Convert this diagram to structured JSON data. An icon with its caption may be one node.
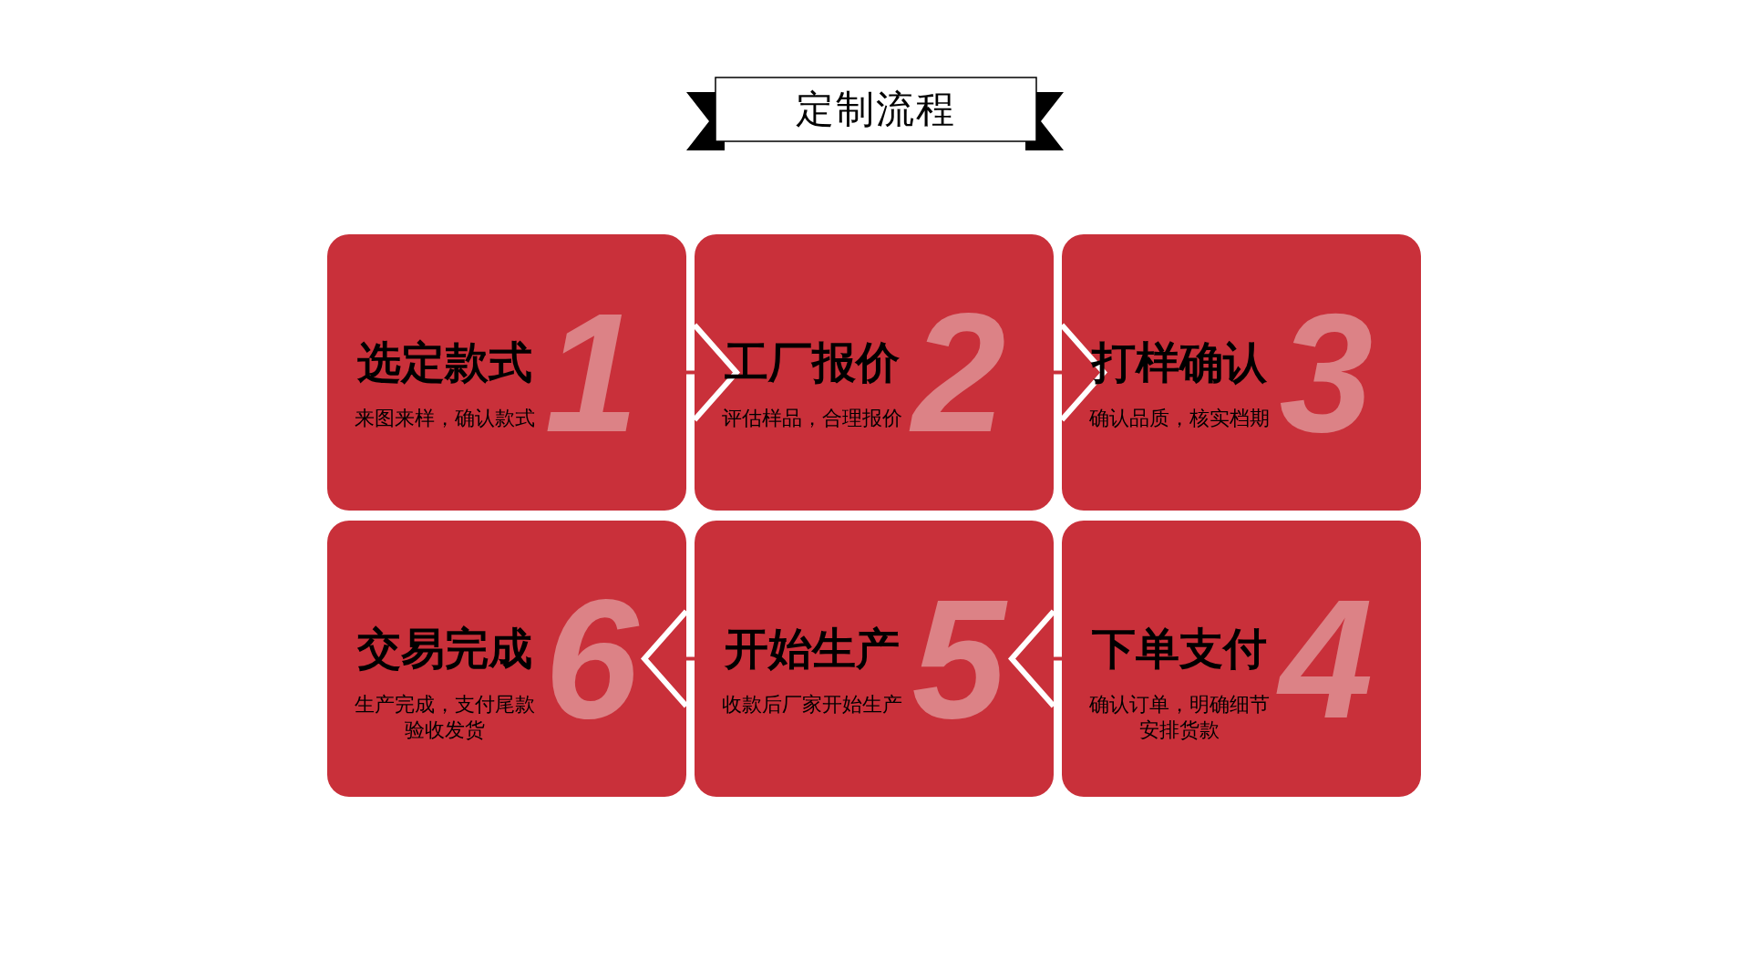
{
  "diagram": {
    "title": "定制流程",
    "nodes": [
      {
        "text": [
          "选定款式",
          "来图来样，确认款式",
          "1"
        ]
      },
      {
        "text": [
          "工厂报价",
          "评估样品，合理报价",
          "2"
        ]
      },
      {
        "text": [
          "打样确认",
          "确认品质，核实档期",
          "3"
        ]
      },
      {
        "text": [
          "交易完成",
          "生产完成，支付尾款验收发货",
          "6"
        ]
      },
      {
        "text": [
          "开始生产",
          "收款后厂家开始生产",
          "5"
        ]
      },
      {
        "text": [
          "下单支付",
          "确认订单，明确细节安排货款",
          "4"
        ]
      }
    ],
    "edges": [
      {
        "from": 0,
        "to": 1,
        "arrow": "to"
      },
      {
        "from": 1,
        "to": 2,
        "arrow": "to"
      },
      {
        "from": 5,
        "to": 4,
        "arrow": "to"
      },
      {
        "from": 4,
        "to": 3,
        "arrow": "to"
      }
    ]
  }
}
